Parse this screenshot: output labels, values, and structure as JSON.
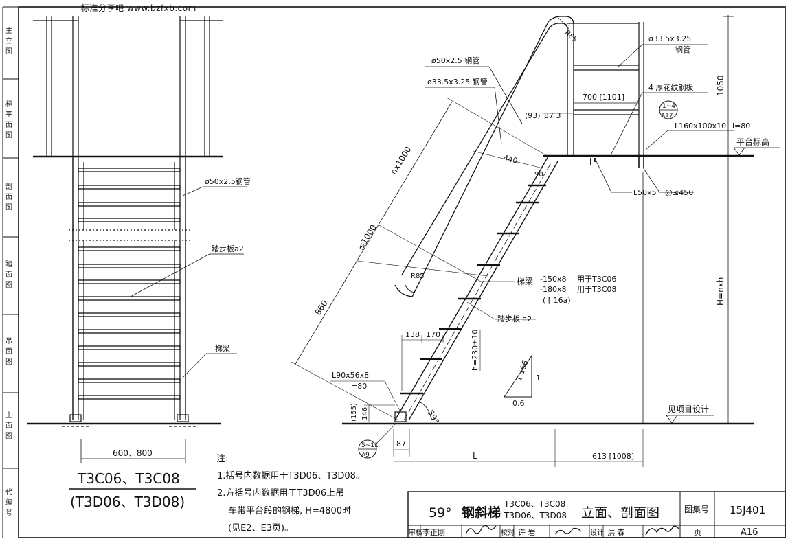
{
  "watermark": "标准分享吧 www.bzfxb.com",
  "left_strip": {
    "labels": [
      "主\n立\n图",
      "梯\n平\n面\n图",
      "剖\n面\n图",
      "踏\n面\n图",
      "吊\n面\n图",
      "主\n面\n图",
      "代\n编\n号"
    ]
  },
  "front_view": {
    "label_pipe": "ø50x2.5钢管",
    "label_tread": "踏步板a2",
    "label_beam": "梯梁",
    "dim_width": "600、800",
    "title_main": "T3C06、T3C08",
    "title_sub": "(T3D06、T3D08)"
  },
  "side_view": {
    "label_pipe50": "ø50x2.5 钢管",
    "label_pipe33": "ø33.5x3.25 钢管",
    "label_pipe33_top": "ø33.5x3.25",
    "label_pipe33_top2": "钢管",
    "label_checker": "4 厚花纹钢板",
    "label_angle160": "L160x100x10",
    "label_l80_top": "l=80",
    "label_platform": "平台标高",
    "label_angle50": "L50x5",
    "label_spacing": "@≤450",
    "dim_700": "700 [1101]",
    "dim_93": "(93)",
    "dim_87_3": "87  3",
    "dim_440": "440",
    "dim_90": "90",
    "dim_r85_top": "R85",
    "dim_r85_mid": "R85",
    "dim_nx1000": "nx1000",
    "dim_le1000": "≤1000",
    "dim_860": "860",
    "dim_1050": "1050",
    "dim_hnxh": "H=nxh",
    "beam_label": "梯梁",
    "beam_spec1": "-150x8",
    "beam_use1": "用于T3C06",
    "beam_spec2": "-180x8",
    "beam_use2": "用于T3C08",
    "beam_spec3": "( [ 16a)",
    "tread_label": "踏步板 a2",
    "dim_138": "138",
    "dim_170": "170",
    "dim_h230": "h=230±10",
    "slope_1166": "1.166",
    "slope_1": "1",
    "slope_06": "0.6",
    "label_angle90": "L90x56x8",
    "label_l80_bot": "l=80",
    "dim_155": "(155)",
    "dim_146": "146",
    "dim_87": "87",
    "dim_L": "L",
    "dim_613": "613 [1008]",
    "angle_59": "59°",
    "label_see_project": "见项目设计",
    "callout_top_num": "1~4",
    "callout_top_page": "A17",
    "callout_bot_num": "5~11",
    "callout_bot_page": "A9"
  },
  "notes": {
    "heading": "注:",
    "line1": "1.括号内数据用于T3D06、T3D08。",
    "line2": "2.方括号内数据用于T3D06上吊",
    "line3": "车带平台段的钢梯, H=4800时",
    "line4": "(见E2、E3页)。"
  },
  "title_block": {
    "angle": "59°",
    "name": "钢斜梯",
    "codes_1": "T3C06、T3C08",
    "codes_2": "T3D06、T3D08",
    "suffix": "立面、剖面图",
    "atlas_label": "图集号",
    "atlas_no": "15J401",
    "review_label": "审核",
    "review_name": "李正刚",
    "check_label": "校对",
    "check_name": "许 岩",
    "design_label": "设计",
    "design_name": "洪 森",
    "page_label": "页",
    "page_no": "A16"
  }
}
